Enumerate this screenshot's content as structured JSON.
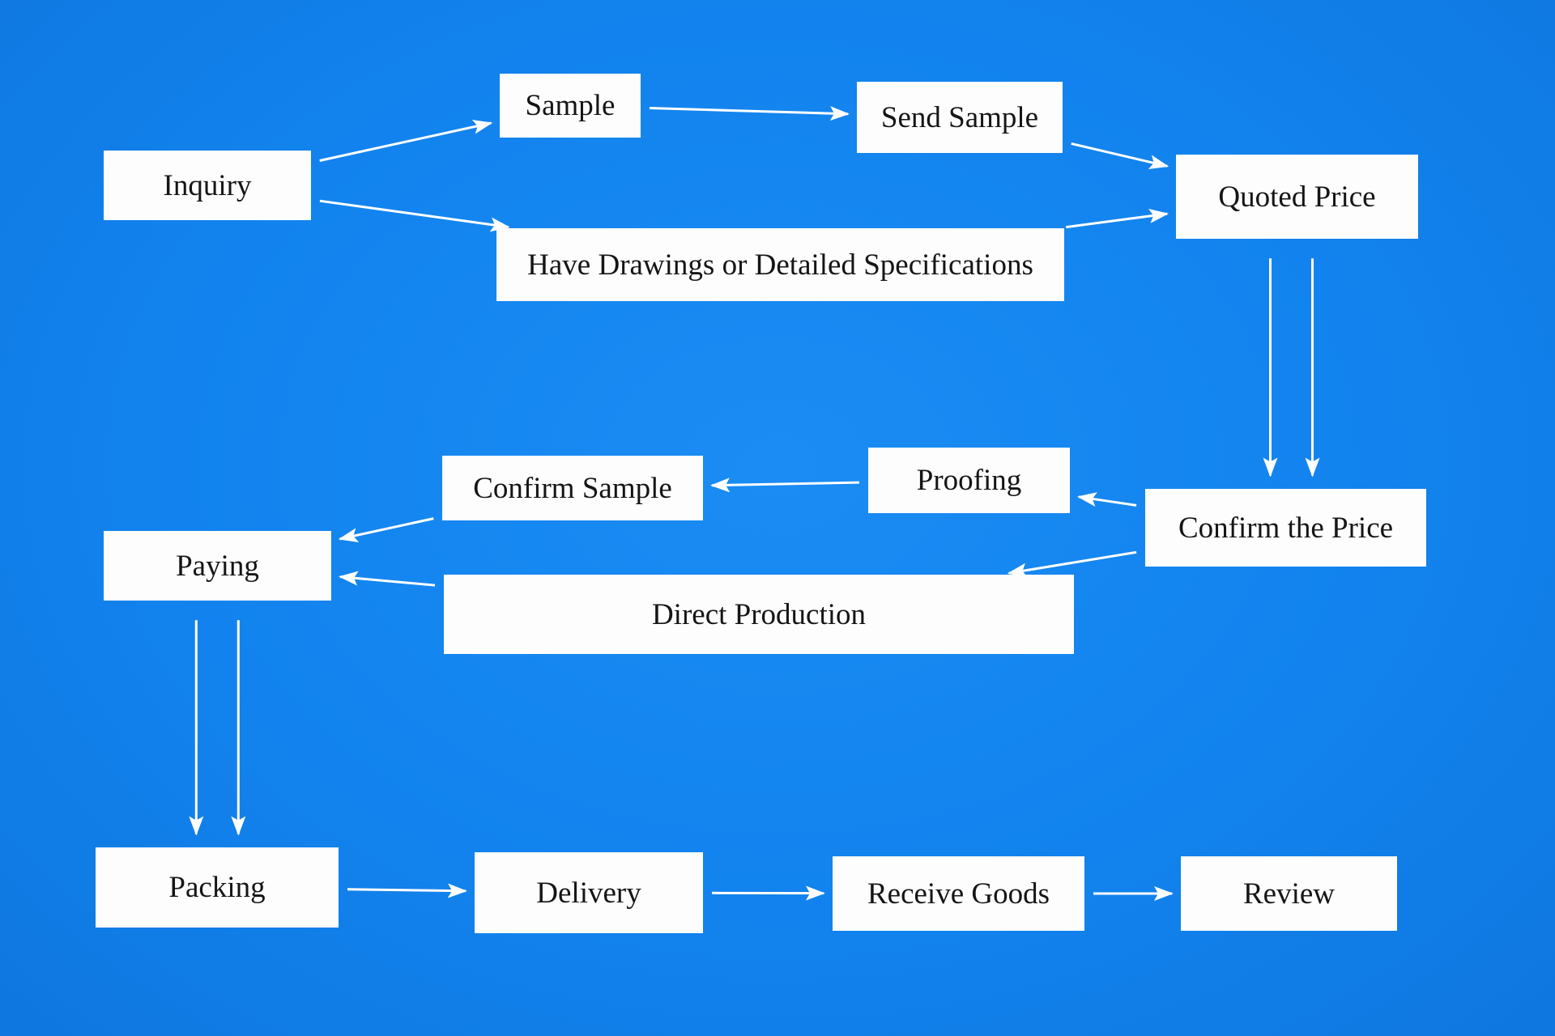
{
  "colors": {
    "background": "#1283ee",
    "box_fill": "#fdfdfd",
    "box_text": "#151515",
    "arrow": "#ffffff"
  },
  "nodes": {
    "inquiry": "Inquiry",
    "sample": "Sample",
    "send_sample": "Send Sample",
    "drawings": "Have Drawings or Detailed Specifications",
    "quoted_price": "Quoted Price",
    "confirm_price": "Confirm the Price",
    "proofing": "Proofing",
    "confirm_sample": "Confirm Sample",
    "direct_production": "Direct Production",
    "paying": "Paying",
    "packing": "Packing",
    "delivery": "Delivery",
    "receive_goods": "Receive Goods",
    "review": "Review"
  },
  "edges": [
    {
      "from": "inquiry",
      "to": "sample"
    },
    {
      "from": "inquiry",
      "to": "drawings"
    },
    {
      "from": "sample",
      "to": "send_sample"
    },
    {
      "from": "send_sample",
      "to": "quoted_price"
    },
    {
      "from": "drawings",
      "to": "quoted_price"
    },
    {
      "from": "quoted_price",
      "to": "confirm_price",
      "style": "double"
    },
    {
      "from": "confirm_price",
      "to": "proofing"
    },
    {
      "from": "confirm_price",
      "to": "direct_production"
    },
    {
      "from": "proofing",
      "to": "confirm_sample"
    },
    {
      "from": "confirm_sample",
      "to": "paying"
    },
    {
      "from": "direct_production",
      "to": "paying"
    },
    {
      "from": "paying",
      "to": "packing",
      "style": "double"
    },
    {
      "from": "packing",
      "to": "delivery"
    },
    {
      "from": "delivery",
      "to": "receive_goods"
    },
    {
      "from": "receive_goods",
      "to": "review"
    }
  ]
}
